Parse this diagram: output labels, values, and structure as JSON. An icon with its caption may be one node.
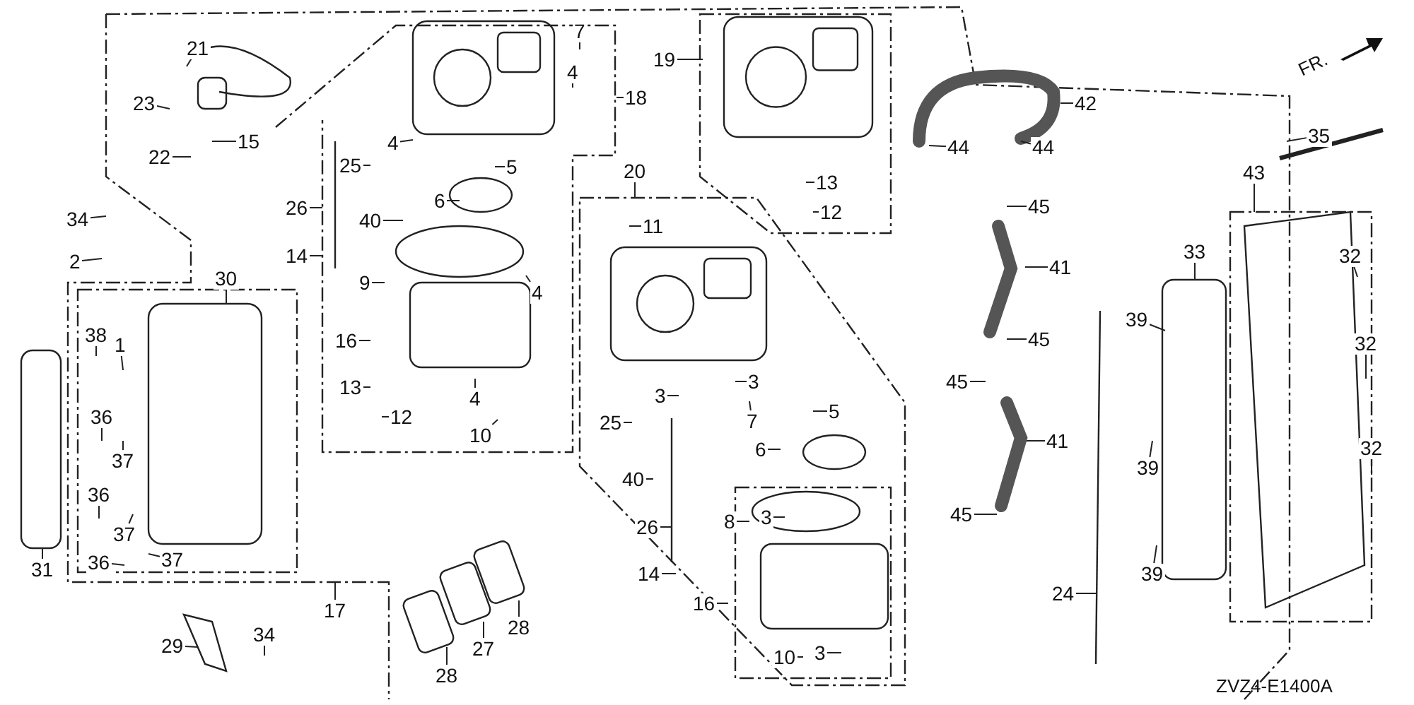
{
  "diagram": {
    "nodes": [
      {
        "text": [
          "21"
        ]
      },
      {
        "text": [
          "23"
        ]
      },
      {
        "text": [
          "15"
        ]
      },
      {
        "text": [
          "22"
        ]
      },
      {
        "text": [
          "34"
        ]
      },
      {
        "text": [
          "2"
        ]
      },
      {
        "text": [
          "30"
        ]
      },
      {
        "text": [
          "38"
        ]
      },
      {
        "text": [
          "1"
        ]
      },
      {
        "text": [
          "36"
        ]
      },
      {
        "text": [
          "37"
        ]
      },
      {
        "text": [
          "36"
        ]
      },
      {
        "text": [
          "37"
        ]
      },
      {
        "text": [
          "36"
        ]
      },
      {
        "text": [
          "37"
        ]
      },
      {
        "text": [
          "31"
        ]
      },
      {
        "text": [
          "17"
        ]
      },
      {
        "text": [
          "29"
        ]
      },
      {
        "text": [
          "34"
        ]
      },
      {
        "text": [
          "28"
        ]
      },
      {
        "text": [
          "27"
        ]
      },
      {
        "text": [
          "28"
        ]
      },
      {
        "text": [
          "7"
        ]
      },
      {
        "text": [
          "4"
        ]
      },
      {
        "text": [
          "18"
        ]
      },
      {
        "text": [
          "4"
        ]
      },
      {
        "text": [
          "25"
        ]
      },
      {
        "text": [
          "5"
        ]
      },
      {
        "text": [
          "26"
        ]
      },
      {
        "text": [
          "6"
        ]
      },
      {
        "text": [
          "40"
        ]
      },
      {
        "text": [
          "14"
        ]
      },
      {
        "text": [
          "9"
        ]
      },
      {
        "text": [
          "4"
        ]
      },
      {
        "text": [
          "16"
        ]
      },
      {
        "text": [
          "13"
        ]
      },
      {
        "text": [
          "12"
        ]
      },
      {
        "text": [
          "4"
        ]
      },
      {
        "text": [
          "10"
        ]
      },
      {
        "text": [
          "19"
        ]
      },
      {
        "text": [
          "13"
        ]
      },
      {
        "text": [
          "12"
        ]
      },
      {
        "text": [
          "44"
        ]
      },
      {
        "text": [
          "42"
        ]
      },
      {
        "text": [
          "44"
        ]
      },
      {
        "text": [
          "20"
        ]
      },
      {
        "text": [
          "11"
        ]
      },
      {
        "text": [
          "3"
        ]
      },
      {
        "text": [
          "25"
        ]
      },
      {
        "text": [
          "7"
        ]
      },
      {
        "text": [
          "3"
        ]
      },
      {
        "text": [
          "5"
        ]
      },
      {
        "text": [
          "6"
        ]
      },
      {
        "text": [
          "40"
        ]
      },
      {
        "text": [
          "26"
        ]
      },
      {
        "text": [
          "14"
        ]
      },
      {
        "text": [
          "8"
        ]
      },
      {
        "text": [
          "3"
        ]
      },
      {
        "text": [
          "16"
        ]
      },
      {
        "text": [
          "10"
        ]
      },
      {
        "text": [
          "3"
        ]
      },
      {
        "text": [
          "45"
        ]
      },
      {
        "text": [
          "41"
        ]
      },
      {
        "text": [
          "45"
        ]
      },
      {
        "text": [
          "45"
        ]
      },
      {
        "text": [
          "41"
        ]
      },
      {
        "text": [
          "45"
        ]
      },
      {
        "text": [
          "24"
        ]
      },
      {
        "text": [
          "33"
        ]
      },
      {
        "text": [
          "39"
        ]
      },
      {
        "text": [
          "39"
        ]
      },
      {
        "text": [
          "39"
        ]
      },
      {
        "text": [
          "35"
        ]
      },
      {
        "text": [
          "43"
        ]
      },
      {
        "text": [
          "32"
        ]
      },
      {
        "text": [
          "32"
        ]
      },
      {
        "text": [
          "32"
        ]
      }
    ],
    "edges": [
      {
        "from": 0,
        "to": null,
        "arrow": "none"
      },
      {
        "from": 1,
        "to": null,
        "arrow": "none"
      },
      {
        "from": 2,
        "to": null,
        "arrow": "none"
      },
      {
        "from": 3,
        "to": null,
        "arrow": "none"
      },
      {
        "from": 4,
        "to": null,
        "arrow": "none"
      },
      {
        "from": 5,
        "to": null,
        "arrow": "none"
      },
      {
        "from": 6,
        "to": null,
        "arrow": "none"
      },
      {
        "from": 7,
        "to": null,
        "arrow": "none"
      },
      {
        "from": 8,
        "to": null,
        "arrow": "none"
      },
      {
        "from": 9,
        "to": null,
        "arrow": "none"
      },
      {
        "from": 10,
        "to": null,
        "arrow": "none"
      },
      {
        "from": 11,
        "to": null,
        "arrow": "none"
      },
      {
        "from": 12,
        "to": null,
        "arrow": "none"
      },
      {
        "from": 13,
        "to": null,
        "arrow": "none"
      },
      {
        "from": 14,
        "to": null,
        "arrow": "none"
      },
      {
        "from": 15,
        "to": null,
        "arrow": "none"
      },
      {
        "from": 16,
        "to": null,
        "arrow": "none"
      },
      {
        "from": 17,
        "to": null,
        "arrow": "none"
      },
      {
        "from": 18,
        "to": null,
        "arrow": "none"
      },
      {
        "from": 19,
        "to": null,
        "arrow": "none"
      },
      {
        "from": 20,
        "to": null,
        "arrow": "none"
      },
      {
        "from": 21,
        "to": null,
        "arrow": "none"
      },
      {
        "from": 22,
        "to": null,
        "arrow": "none"
      },
      {
        "from": 23,
        "to": null,
        "arrow": "none"
      },
      {
        "from": 24,
        "to": null,
        "arrow": "none"
      },
      {
        "from": 25,
        "to": null,
        "arrow": "none"
      },
      {
        "from": 26,
        "to": null,
        "arrow": "none"
      },
      {
        "from": 27,
        "to": null,
        "arrow": "none"
      },
      {
        "from": 28,
        "to": null,
        "arrow": "none"
      },
      {
        "from": 29,
        "to": null,
        "arrow": "none"
      },
      {
        "from": 30,
        "to": null,
        "arrow": "none"
      },
      {
        "from": 31,
        "to": null,
        "arrow": "none"
      },
      {
        "from": 32,
        "to": null,
        "arrow": "none"
      },
      {
        "from": 33,
        "to": null,
        "arrow": "none"
      },
      {
        "from": 34,
        "to": null,
        "arrow": "none"
      },
      {
        "from": 35,
        "to": null,
        "arrow": "none"
      },
      {
        "from": 36,
        "to": null,
        "arrow": "none"
      },
      {
        "from": 37,
        "to": null,
        "arrow": "none"
      },
      {
        "from": 38,
        "to": null,
        "arrow": "none"
      },
      {
        "from": 39,
        "to": null,
        "arrow": "none"
      },
      {
        "from": 40,
        "to": null,
        "arrow": "none"
      },
      {
        "from": 41,
        "to": null,
        "arrow": "none"
      },
      {
        "from": 42,
        "to": null,
        "arrow": "none"
      },
      {
        "from": 43,
        "to": null,
        "arrow": "none"
      },
      {
        "from": 44,
        "to": null,
        "arrow": "none"
      },
      {
        "from": 45,
        "to": null,
        "arrow": "none"
      },
      {
        "from": 46,
        "to": null,
        "arrow": "none"
      },
      {
        "from": 47,
        "to": null,
        "arrow": "none"
      },
      {
        "from": 48,
        "to": null,
        "arrow": "none"
      },
      {
        "from": 49,
        "to": null,
        "arrow": "none"
      },
      {
        "from": 50,
        "to": null,
        "arrow": "none"
      },
      {
        "from": 51,
        "to": null,
        "arrow": "none"
      },
      {
        "from": 52,
        "to": null,
        "arrow": "none"
      },
      {
        "from": 53,
        "to": null,
        "arrow": "none"
      },
      {
        "from": 54,
        "to": null,
        "arrow": "none"
      },
      {
        "from": 55,
        "to": null,
        "arrow": "none"
      },
      {
        "from": 56,
        "to": null,
        "arrow": "none"
      },
      {
        "from": 57,
        "to": null,
        "arrow": "none"
      },
      {
        "from": 58,
        "to": null,
        "arrow": "none"
      },
      {
        "from": 59,
        "to": null,
        "arrow": "none"
      },
      {
        "from": 60,
        "to": null,
        "arrow": "none"
      },
      {
        "from": 61,
        "to": null,
        "arrow": "none"
      },
      {
        "from": 62,
        "to": null,
        "arrow": "none"
      },
      {
        "from": 63,
        "to": null,
        "arrow": "none"
      },
      {
        "from": 64,
        "to": null,
        "arrow": "none"
      },
      {
        "from": 65,
        "to": null,
        "arrow": "none"
      },
      {
        "from": 66,
        "to": null,
        "arrow": "none"
      },
      {
        "from": 67,
        "to": null,
        "arrow": "none"
      },
      {
        "from": 68,
        "to": null,
        "arrow": "none"
      },
      {
        "from": 69,
        "to": null,
        "arrow": "none"
      },
      {
        "from": 70,
        "to": null,
        "arrow": "none"
      },
      {
        "from": 71,
        "to": null,
        "arrow": "none"
      },
      {
        "from": 72,
        "to": null,
        "arrow": "none"
      },
      {
        "from": 73,
        "to": null,
        "arrow": "none"
      },
      {
        "from": 74,
        "to": null,
        "arrow": "none"
      },
      {
        "from": 75,
        "to": null,
        "arrow": "none"
      },
      {
        "from": 76,
        "to": null,
        "arrow": "none"
      }
    ],
    "labels": [
      "FR.",
      "ZVZ4-E1400A"
    ]
  }
}
